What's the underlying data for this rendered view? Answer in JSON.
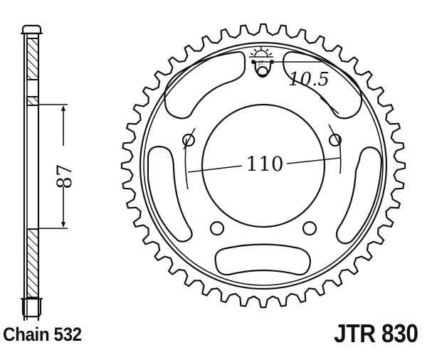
{
  "diagram": {
    "type": "rear sprocket technical drawing",
    "part_number": "JTR 830",
    "chain_label": "Chain 532",
    "dimensions": {
      "bolt_circle_diameter": "110",
      "bolt_hole_diameter": "10.5",
      "side_view_dimension": "87"
    },
    "views": [
      "side-section-view",
      "front-view"
    ],
    "sprocket": {
      "tooth_count_approx": 44,
      "lightening_slots": 5,
      "bolt_holes": 4,
      "extra_holes": 2
    },
    "colors": {
      "line": "#111111",
      "background": "#ffffff"
    }
  }
}
